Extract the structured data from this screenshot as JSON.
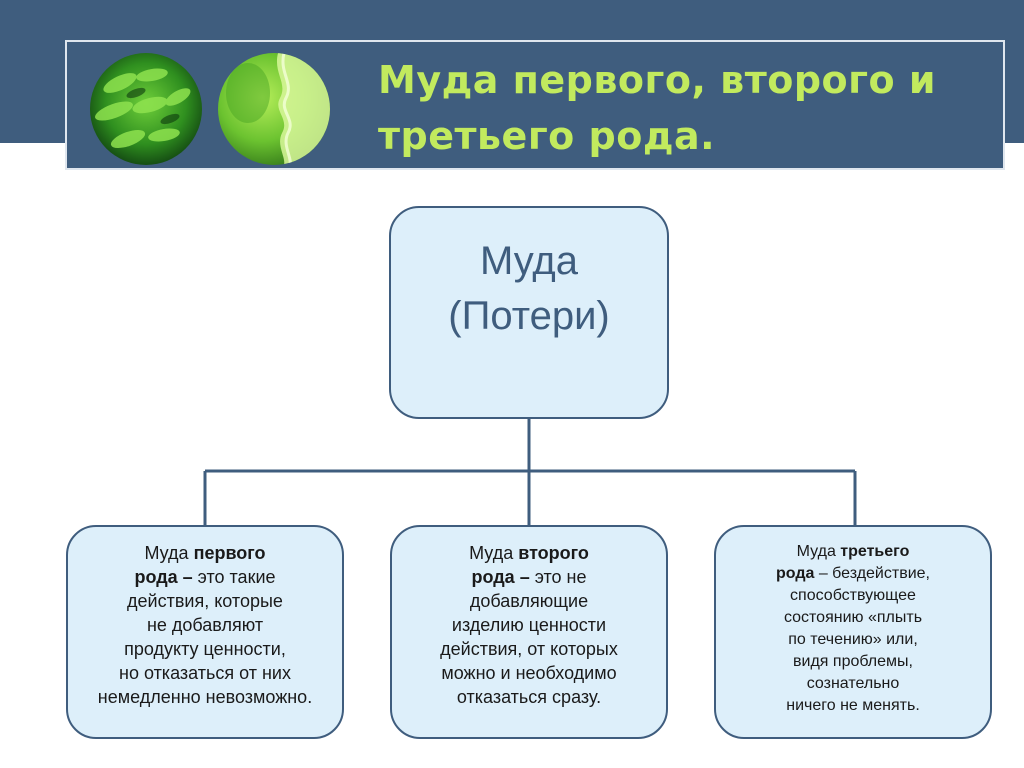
{
  "slide": {
    "title_line1": "Муда первого, второго и",
    "title_line2": "третьего рода."
  },
  "colors": {
    "header_band": "#3f5d7e",
    "title_text": "#c2ea5e",
    "box_fill": "#ddeffa",
    "box_border": "#3f5d7e",
    "root_text": "#3f5d7e"
  },
  "decor": {
    "icons": [
      "green-leaf-icon",
      "green-leaf-icon"
    ]
  },
  "diagram": {
    "root": {
      "line1": "Муда",
      "line2": "(Потери)"
    },
    "children": [
      {
        "lead": "Муда ",
        "bold_a": "первого",
        "bold_b": "рода –",
        "lines": [
          " это такие",
          "действия, которые",
          "не добавляют",
          "продукту ценности,",
          "но отказаться от них",
          "немедленно невозможно."
        ]
      },
      {
        "lead": "Муда ",
        "bold_a": "второго",
        "bold_b": "рода –",
        "lines": [
          " это  не",
          "добавляющие",
          "изделию ценности",
          "действия, от которых",
          "можно и необходимо",
          "отказаться сразу."
        ]
      },
      {
        "lead": "Муда ",
        "bold_a": "третьего",
        "bold_b": "рода",
        "lines": [
          " – бездействие,",
          "способствующее",
          "состоянию «плыть",
          "по течению»  или,",
          "видя проблемы,",
          "сознательно",
          "ничего не менять."
        ]
      }
    ]
  }
}
